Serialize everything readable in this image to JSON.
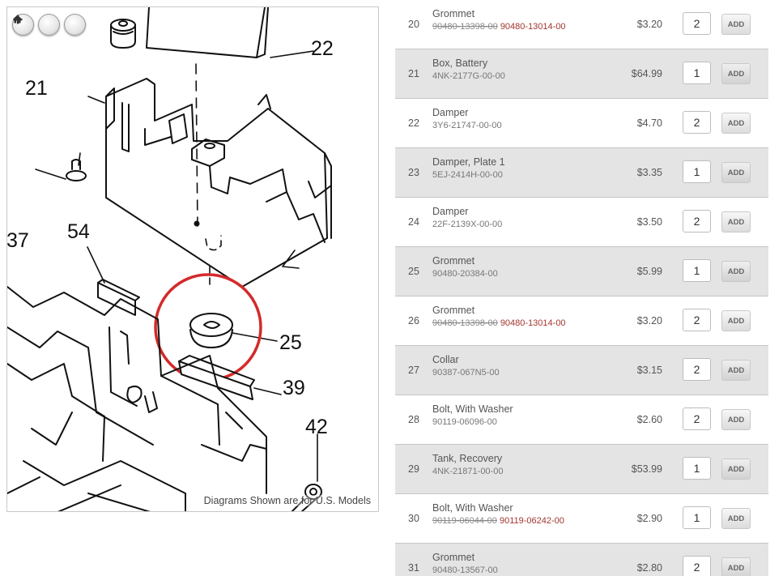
{
  "diagram": {
    "caption": "Diagrams Shown are for U.S. Models",
    "callouts": {
      "c22": "22",
      "c21": "21",
      "c37": "37",
      "c54": "54",
      "c25": "25",
      "c39": "39",
      "c42": "42"
    },
    "highlight_color": "#d42a2a",
    "zoom": {
      "home_icon": "home-icon",
      "in_icon": "plus-icon",
      "out_icon": "minus-icon"
    }
  },
  "parts": [
    {
      "ref": "20",
      "name": "Grommet",
      "pn_old": "90480-13398-00",
      "pn": "90480-13014-00",
      "price": "$3.20",
      "qty": "2",
      "add": "ADD"
    },
    {
      "ref": "21",
      "name": "Box, Battery",
      "pn_old": "",
      "pn": "4NK-2177G-00-00",
      "price": "$64.99",
      "qty": "1",
      "add": "ADD"
    },
    {
      "ref": "22",
      "name": "Damper",
      "pn_old": "",
      "pn": "3Y6-21747-00-00",
      "price": "$4.70",
      "qty": "2",
      "add": "ADD"
    },
    {
      "ref": "23",
      "name": "Damper, Plate 1",
      "pn_old": "",
      "pn": "5EJ-2414H-00-00",
      "price": "$3.35",
      "qty": "1",
      "add": "ADD"
    },
    {
      "ref": "24",
      "name": "Damper",
      "pn_old": "",
      "pn": "22F-2139X-00-00",
      "price": "$3.50",
      "qty": "2",
      "add": "ADD"
    },
    {
      "ref": "25",
      "name": "Grommet",
      "pn_old": "",
      "pn": "90480-20384-00",
      "price": "$5.99",
      "qty": "1",
      "add": "ADD"
    },
    {
      "ref": "26",
      "name": "Grommet",
      "pn_old": "90480-13398-00",
      "pn": "90480-13014-00",
      "price": "$3.20",
      "qty": "2",
      "add": "ADD"
    },
    {
      "ref": "27",
      "name": "Collar",
      "pn_old": "",
      "pn": "90387-067N5-00",
      "price": "$3.15",
      "qty": "2",
      "add": "ADD"
    },
    {
      "ref": "28",
      "name": "Bolt, With Washer",
      "pn_old": "",
      "pn": "90119-06096-00",
      "price": "$2.60",
      "qty": "2",
      "add": "ADD"
    },
    {
      "ref": "29",
      "name": "Tank, Recovery",
      "pn_old": "",
      "pn": "4NK-21871-00-00",
      "price": "$53.99",
      "qty": "1",
      "add": "ADD"
    },
    {
      "ref": "30",
      "name": "Bolt, With Washer",
      "pn_old": "90119-06044-00",
      "pn": "90119-06242-00",
      "price": "$2.90",
      "qty": "1",
      "add": "ADD"
    },
    {
      "ref": "31",
      "name": "Grommet",
      "pn_old": "",
      "pn": "90480-13567-00",
      "price": "$2.80",
      "qty": "2",
      "add": "ADD"
    }
  ]
}
